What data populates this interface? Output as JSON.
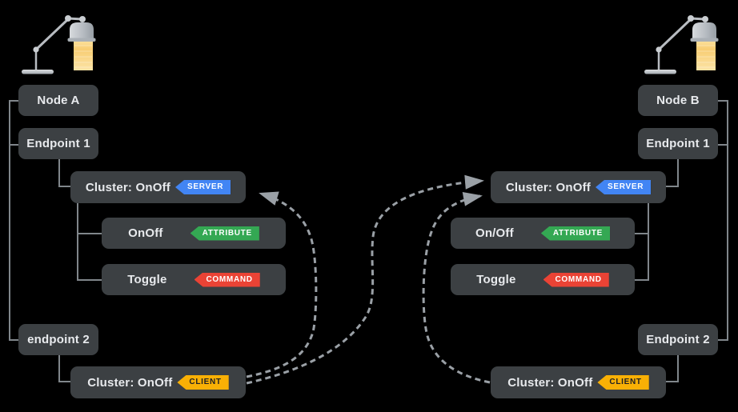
{
  "diagram": {
    "left": {
      "node_label": "Node A",
      "endpoint1_label": "Endpoint 1",
      "cluster_server": {
        "label": "Cluster: OnOff",
        "badge": "SERVER"
      },
      "attribute": {
        "label": "OnOff",
        "badge": "ATTRIBUTE"
      },
      "command": {
        "label": "Toggle",
        "badge": "COMMAND"
      },
      "endpoint2_label": "endpoint 2",
      "cluster_client": {
        "label": "Cluster: OnOff",
        "badge": "CLIENT"
      }
    },
    "right": {
      "node_label": "Node B",
      "endpoint1_label": "Endpoint 1",
      "cluster_server": {
        "label": "Cluster: OnOff",
        "badge": "SERVER"
      },
      "attribute": {
        "label": "On/Off",
        "badge": "ATTRIBUTE"
      },
      "command": {
        "label": "Toggle",
        "badge": "COMMAND"
      },
      "endpoint2_label": "Endpoint 2",
      "cluster_client": {
        "label": "Cluster: OnOff",
        "badge": "CLIENT"
      }
    },
    "bindings": [
      {
        "from": "node-a-client-cluster",
        "to": "node-a-server-cluster"
      },
      {
        "from": "node-a-client-cluster",
        "to": "node-b-server-cluster"
      },
      {
        "from": "node-b-client-cluster",
        "to": "node-b-server-cluster"
      }
    ]
  },
  "colors": {
    "background": "#000000",
    "box": "#3c4043",
    "text": "#e8eaed",
    "line": "#80868b",
    "arrow": "#9aa0a6",
    "server": "#4285f4",
    "attribute": "#34a853",
    "command": "#ea4335",
    "client": "#f9b005",
    "client_text": "#202124"
  }
}
